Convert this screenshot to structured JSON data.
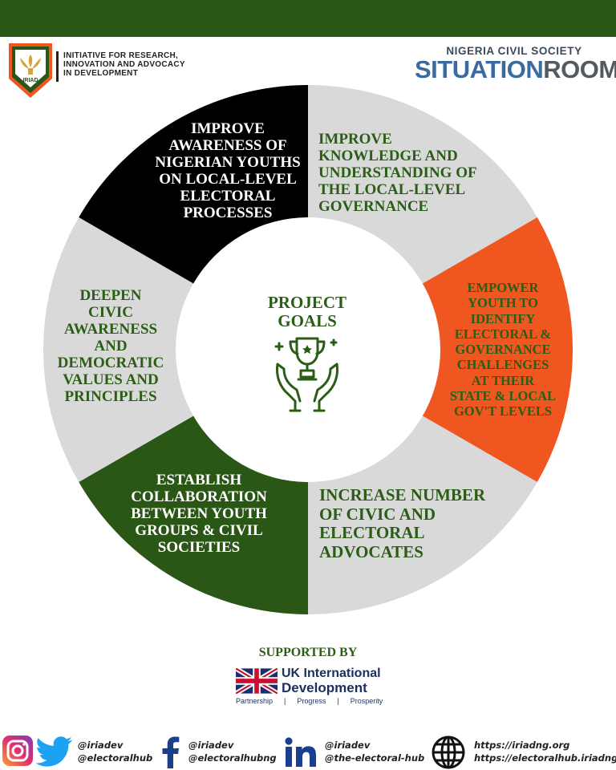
{
  "header": {
    "org_name_lines": [
      "INITIATIVE FOR RESEARCH,",
      "INNOVATION AND ADVOCACY",
      "IN DEVELOPMENT"
    ],
    "logo_label": "IRIAD",
    "partner_subtitle": "NIGERIA CIVIL SOCIETY",
    "partner_title_part1": "SITUATION",
    "partner_title_part2": "ROOM"
  },
  "center": {
    "title_line1": "PROJECT",
    "title_line2": "GOALS",
    "icon": "trophy-hands-icon"
  },
  "goals": [
    {
      "lines": [
        "IMPROVE",
        "AWARENESS OF",
        "NIGERIAN YOUTHS",
        "ON LOCAL-LEVEL",
        "ELECTORAL",
        "PROCESSES"
      ]
    },
    {
      "lines": [
        "IMPROVE",
        "KNOWLEDGE AND",
        "UNDERSTANDING OF",
        "THE LOCAL-LEVEL",
        "GOVERNANCE"
      ]
    },
    {
      "lines": [
        "EMPOWER",
        "YOUTH TO",
        "IDENTIFY",
        "ELECTORAL &",
        "GOVERNANCE",
        "CHALLENGES",
        "AT THEIR",
        "STATE & LOCAL",
        "GOV'T LEVELS"
      ]
    },
    {
      "lines": [
        "INCREASE NUMBER",
        "OF CIVIC AND",
        "ELECTORAL",
        "ADVOCATES"
      ]
    },
    {
      "lines": [
        "ESTABLISH",
        "COLLABORATION",
        "BETWEEN YOUTH",
        "GROUPS & CIVIL",
        "SOCIETIES"
      ]
    },
    {
      "lines": [
        "DEEPEN",
        "CIVIC",
        "AWARENESS",
        "AND",
        "DEMOCRATIC",
        "VALUES AND",
        "PRINCIPLES"
      ]
    }
  ],
  "support": {
    "label": "SUPPORTED BY",
    "line1": "UK International",
    "line2": "Development",
    "tagline": [
      "Partnership",
      "Progress",
      "Prosperity"
    ]
  },
  "footer": {
    "instagram_twitter": [
      "@iriadev",
      "@electoralhub"
    ],
    "facebook": [
      "@iriadev",
      "@electoralhubng"
    ],
    "linkedin": [
      "@iriadev",
      "@the-electoral-hub"
    ],
    "web": [
      "https://iriadng.org",
      "https://electoralhub.iriadng.org"
    ]
  },
  "colors": {
    "green": "#2b5d16",
    "black": "#000000",
    "grey": "#d9d9d9",
    "orange": "#f0561f"
  }
}
